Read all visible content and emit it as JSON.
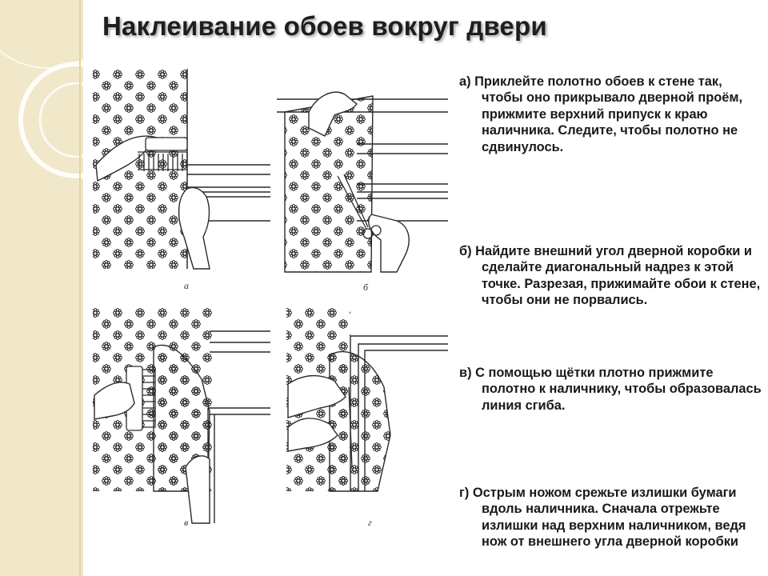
{
  "page": {
    "title": "Наклеивание обоев вокруг двери"
  },
  "figures": [
    {
      "caption": "а"
    },
    {
      "caption": "б"
    },
    {
      "caption": "в"
    },
    {
      "caption": "г"
    }
  ],
  "steps": [
    {
      "text": "а) Приклейте полотно обоев к стене так, чтобы оно прикрывало дверной проём, прижмите верхний припуск к краю наличника. Следите, чтобы полотно не сдвинулось."
    },
    {
      "text": "б) Найдите внешний угол дверной коробки и сделайте диагональный надрез к этой точке. Разрезая, прижимайте обои к стене, чтобы они не порвались."
    },
    {
      "text": "в) С помощью щётки плотно прижмите полотно к наличнику, чтобы образовалась линия сгиба."
    },
    {
      "text": "г) Острым ножом срежьте излишки бумаги вдоль наличника. Сначала отрежьте излишки над верхним наличником, ведя нож от внешнего угла дверной коробки"
    }
  ],
  "colors": {
    "side_band": "#f1e7c9",
    "text": "#1a1a1a",
    "line_art": "#2a2a2a"
  },
  "icons": [
    "flower-pattern",
    "hand",
    "brush",
    "scissors",
    "door-casing"
  ]
}
